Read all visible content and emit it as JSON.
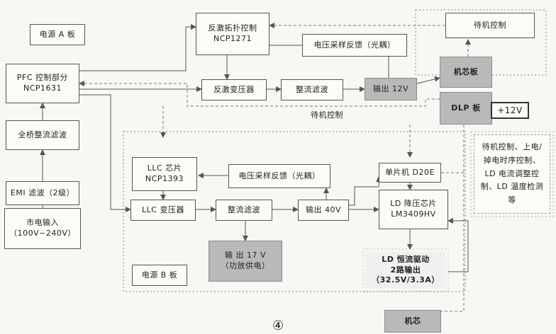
{
  "boxes": {
    "power_a": {
      "text": "电源 A 板"
    },
    "pfc": {
      "line1": "PFC 控制部分",
      "line2": "NCP1631"
    },
    "bridge": {
      "text": "全桥整流滤波"
    },
    "emi": {
      "text": "EMI 滤波（2级）"
    },
    "mains": {
      "line1": "市电输入",
      "line2": "（100V~240V）"
    },
    "flyback_ctrl": {
      "line1": "反激拓扑控制",
      "line2": "NCP1271"
    },
    "v_sample_top": {
      "text": "电压采样反馈（光耦）"
    },
    "standby_ctrl": {
      "text": "待机控制"
    },
    "flyback_tf": {
      "text": "反激变压器"
    },
    "rect_top": {
      "text": "整流滤波"
    },
    "out12": {
      "text": "输出 12V"
    },
    "core": {
      "text": "机芯板"
    },
    "dlp": {
      "text": "DLP 板"
    },
    "plus12": {
      "text": "+12V"
    },
    "llc_chip": {
      "line1": "LLC 芯片",
      "line2": "NCP1393"
    },
    "v_sample_mid": {
      "text": "电压采样反馈（光耦）"
    },
    "mcu": {
      "text": "单片机 D20E"
    },
    "llc_tf": {
      "text": "LLC 变压器"
    },
    "rect_mid": {
      "text": "整流滤波"
    },
    "out40": {
      "text": "输出 40V"
    },
    "ld_buck": {
      "line1": "LD 降压芯片",
      "line2": "LM3409HV"
    },
    "out17": {
      "line1": "输 出  17 V",
      "line2": "（功放供电）"
    },
    "power_b": {
      "text": "电源 B 板"
    },
    "ld_drive": {
      "line1": "LD 恒流驱动",
      "line2": "2路输出",
      "line3": "（32.5V/3.3A）"
    },
    "note": {
      "lines": [
        "待机控制、上电/",
        "掉电时序控制、",
        "LD 电流调整控",
        "制、LD 温度检测",
        "等"
      ]
    },
    "core_bottom": {
      "text": "机芯"
    }
  },
  "labels": {
    "standby_mid": "待机控制",
    "page_num": "④"
  },
  "colors": {
    "gray_box": "#b9b9b9",
    "line": "#555555",
    "dotted_frame": "#888888"
  }
}
